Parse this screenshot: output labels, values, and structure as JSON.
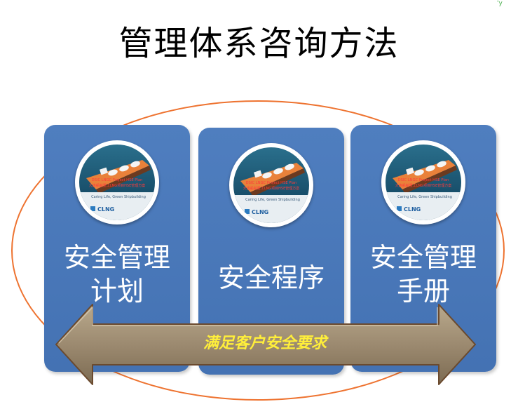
{
  "title": "管理体系咨询方法",
  "photo_caption": {
    "line1": "DSIC LNGC Project HSE Plan",
    "line2": "大连船舶重工LNG项目HSE管理方案",
    "line3": "Caring Life, Green Shipbuilding",
    "brand": "CLNG"
  },
  "panels": [
    {
      "line1": "安全管理",
      "line2": "计划"
    },
    {
      "line1": "安全程序",
      "line2": ""
    },
    {
      "line1": "安全管理",
      "line2": "手册"
    }
  ],
  "arrow_label": "满足客户安全要求",
  "colors": {
    "panel": "#4a78b8",
    "ellipse": "#ee7330",
    "arrow_fill": "#9c8a70",
    "arrow_text": "#ffef3a"
  },
  "icons": [
    "ship-photo-icon"
  ]
}
